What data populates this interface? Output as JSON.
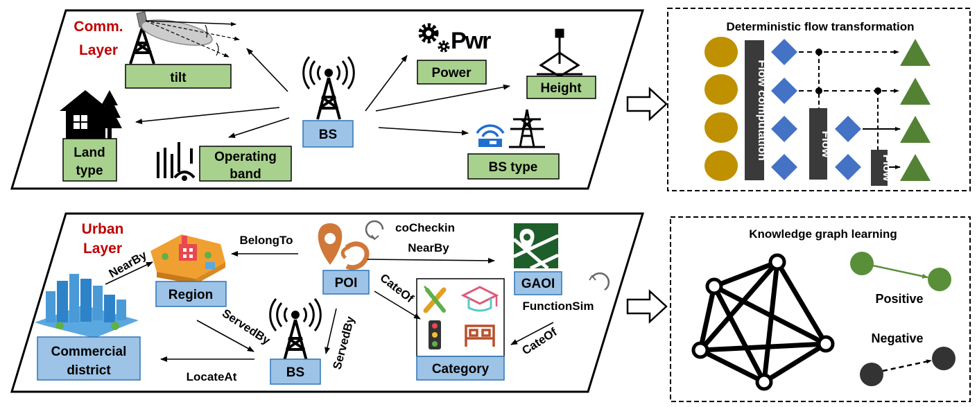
{
  "comm_layer": {
    "title_line1": "Comm.",
    "title_line2": "Layer",
    "nodes": {
      "tilt": "tilt",
      "power": "Power",
      "height": "Height",
      "bs": "BS",
      "land_type_1": "Land",
      "land_type_2": "type",
      "operating_band_1": "Operating",
      "operating_band_2": "band",
      "bs_type": "BS type"
    },
    "power_icon_text": "Pwr"
  },
  "flow_panel": {
    "title": "Deterministic flow transformation",
    "bar_flow_computation": "Flow computation",
    "bar_flow_1": "Flow",
    "bar_flow_2": "Flow"
  },
  "urban_layer": {
    "title_line1": "Urban",
    "title_line2": "Layer",
    "nodes": {
      "region": "Region",
      "poi": "POI",
      "gaoi": "GAOI",
      "commercial_1": "Commercial",
      "commercial_2": "district",
      "bs": "BS",
      "category": "Category"
    },
    "edges": {
      "belong_to": "BelongTo",
      "co_checkin": "coCheckin",
      "near_by_top": "NearBy",
      "near_by_left": "NearBy",
      "cate_of_poi": "CateOf",
      "function_sim": "FunctionSim",
      "served_by_region": "ServedBy",
      "served_by_poi": "ServedBy",
      "cate_of_gaoi": "CateOf",
      "locate_at": "LocateAt"
    }
  },
  "kg_panel": {
    "title": "Knowledge graph learning",
    "positive": "Positive",
    "negative": "Negative"
  },
  "colors": {
    "node_green": "#a9d18e",
    "node_blue": "#9dc3e6",
    "layer_title_red": "#c00000",
    "ellipse_gold": "#bf9000",
    "diamond_blue": "#4472c4",
    "triangle_green": "#548235",
    "positive_green": "#5a8f3a",
    "negative_dark": "#333333",
    "poi_orange": "#d0783a",
    "gaoi_dark_green": "#1e5e2a"
  }
}
